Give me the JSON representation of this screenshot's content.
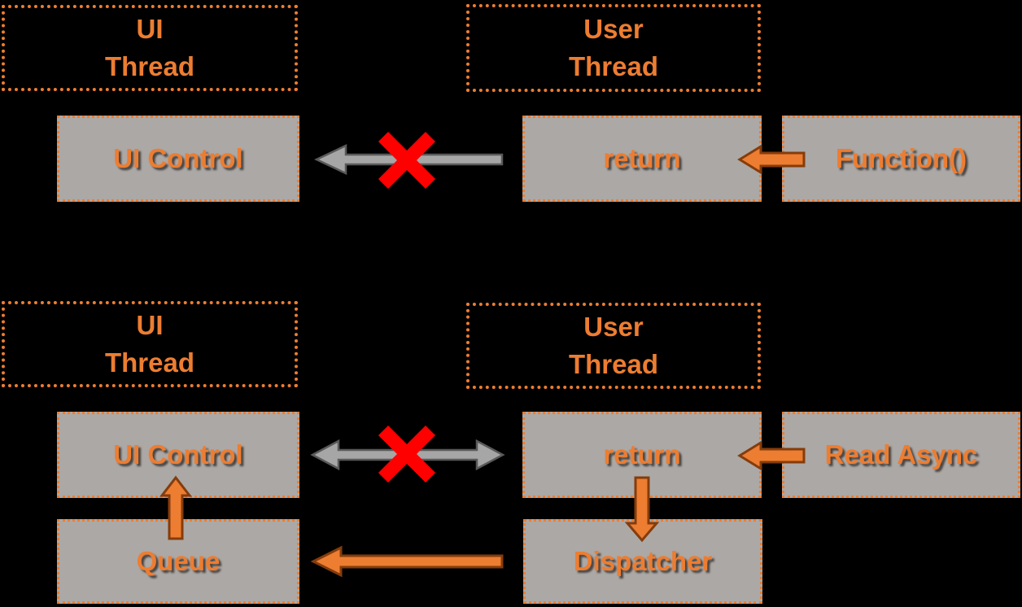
{
  "colors": {
    "background": "#000000",
    "orange_accent": "#ED7D31",
    "orange_arrow_fill": "#ED7D31",
    "orange_arrow_outline": "#843C0C",
    "gray_box_fill": "#ACA8A5",
    "gray_arrow_fill": "#A6A6A6",
    "gray_arrow_outline": "#595959",
    "blocked_x_red": "#FF0000"
  },
  "top_diagram": {
    "ui_thread_label": "UI\nThread",
    "user_thread_label": "User\nThread",
    "ui_control_label": "UI Control",
    "return_label": "return",
    "function_label": "Function()",
    "blocked_call_icon": "red-x-icon"
  },
  "bottom_diagram": {
    "ui_thread_label": "UI\nThread",
    "user_thread_label": "User\nThread",
    "ui_control_label": "UI Control",
    "return_label": "return",
    "read_async_label": "Read Async",
    "queue_label": "Queue",
    "dispatcher_label": "Dispatcher",
    "blocked_call_icon": "red-x-icon"
  }
}
